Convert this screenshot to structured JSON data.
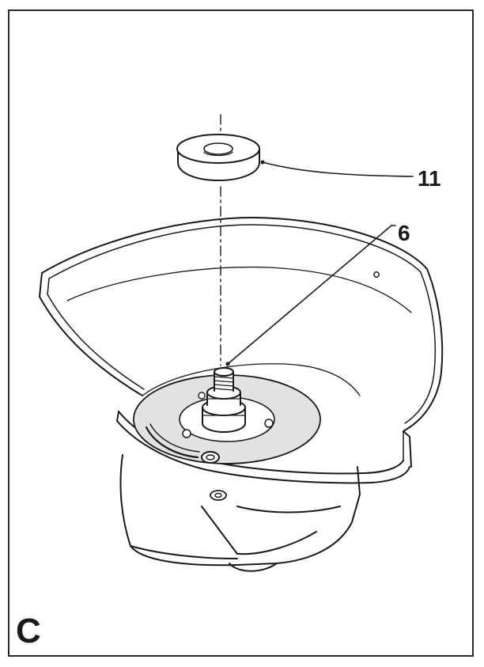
{
  "figure": {
    "letter": "C",
    "callouts": [
      {
        "id": "11"
      },
      {
        "id": "6"
      }
    ],
    "colors": {
      "stroke": "#1a1a1a",
      "flange_fill": "#e2e2e2",
      "background": "#ffffff"
    }
  }
}
